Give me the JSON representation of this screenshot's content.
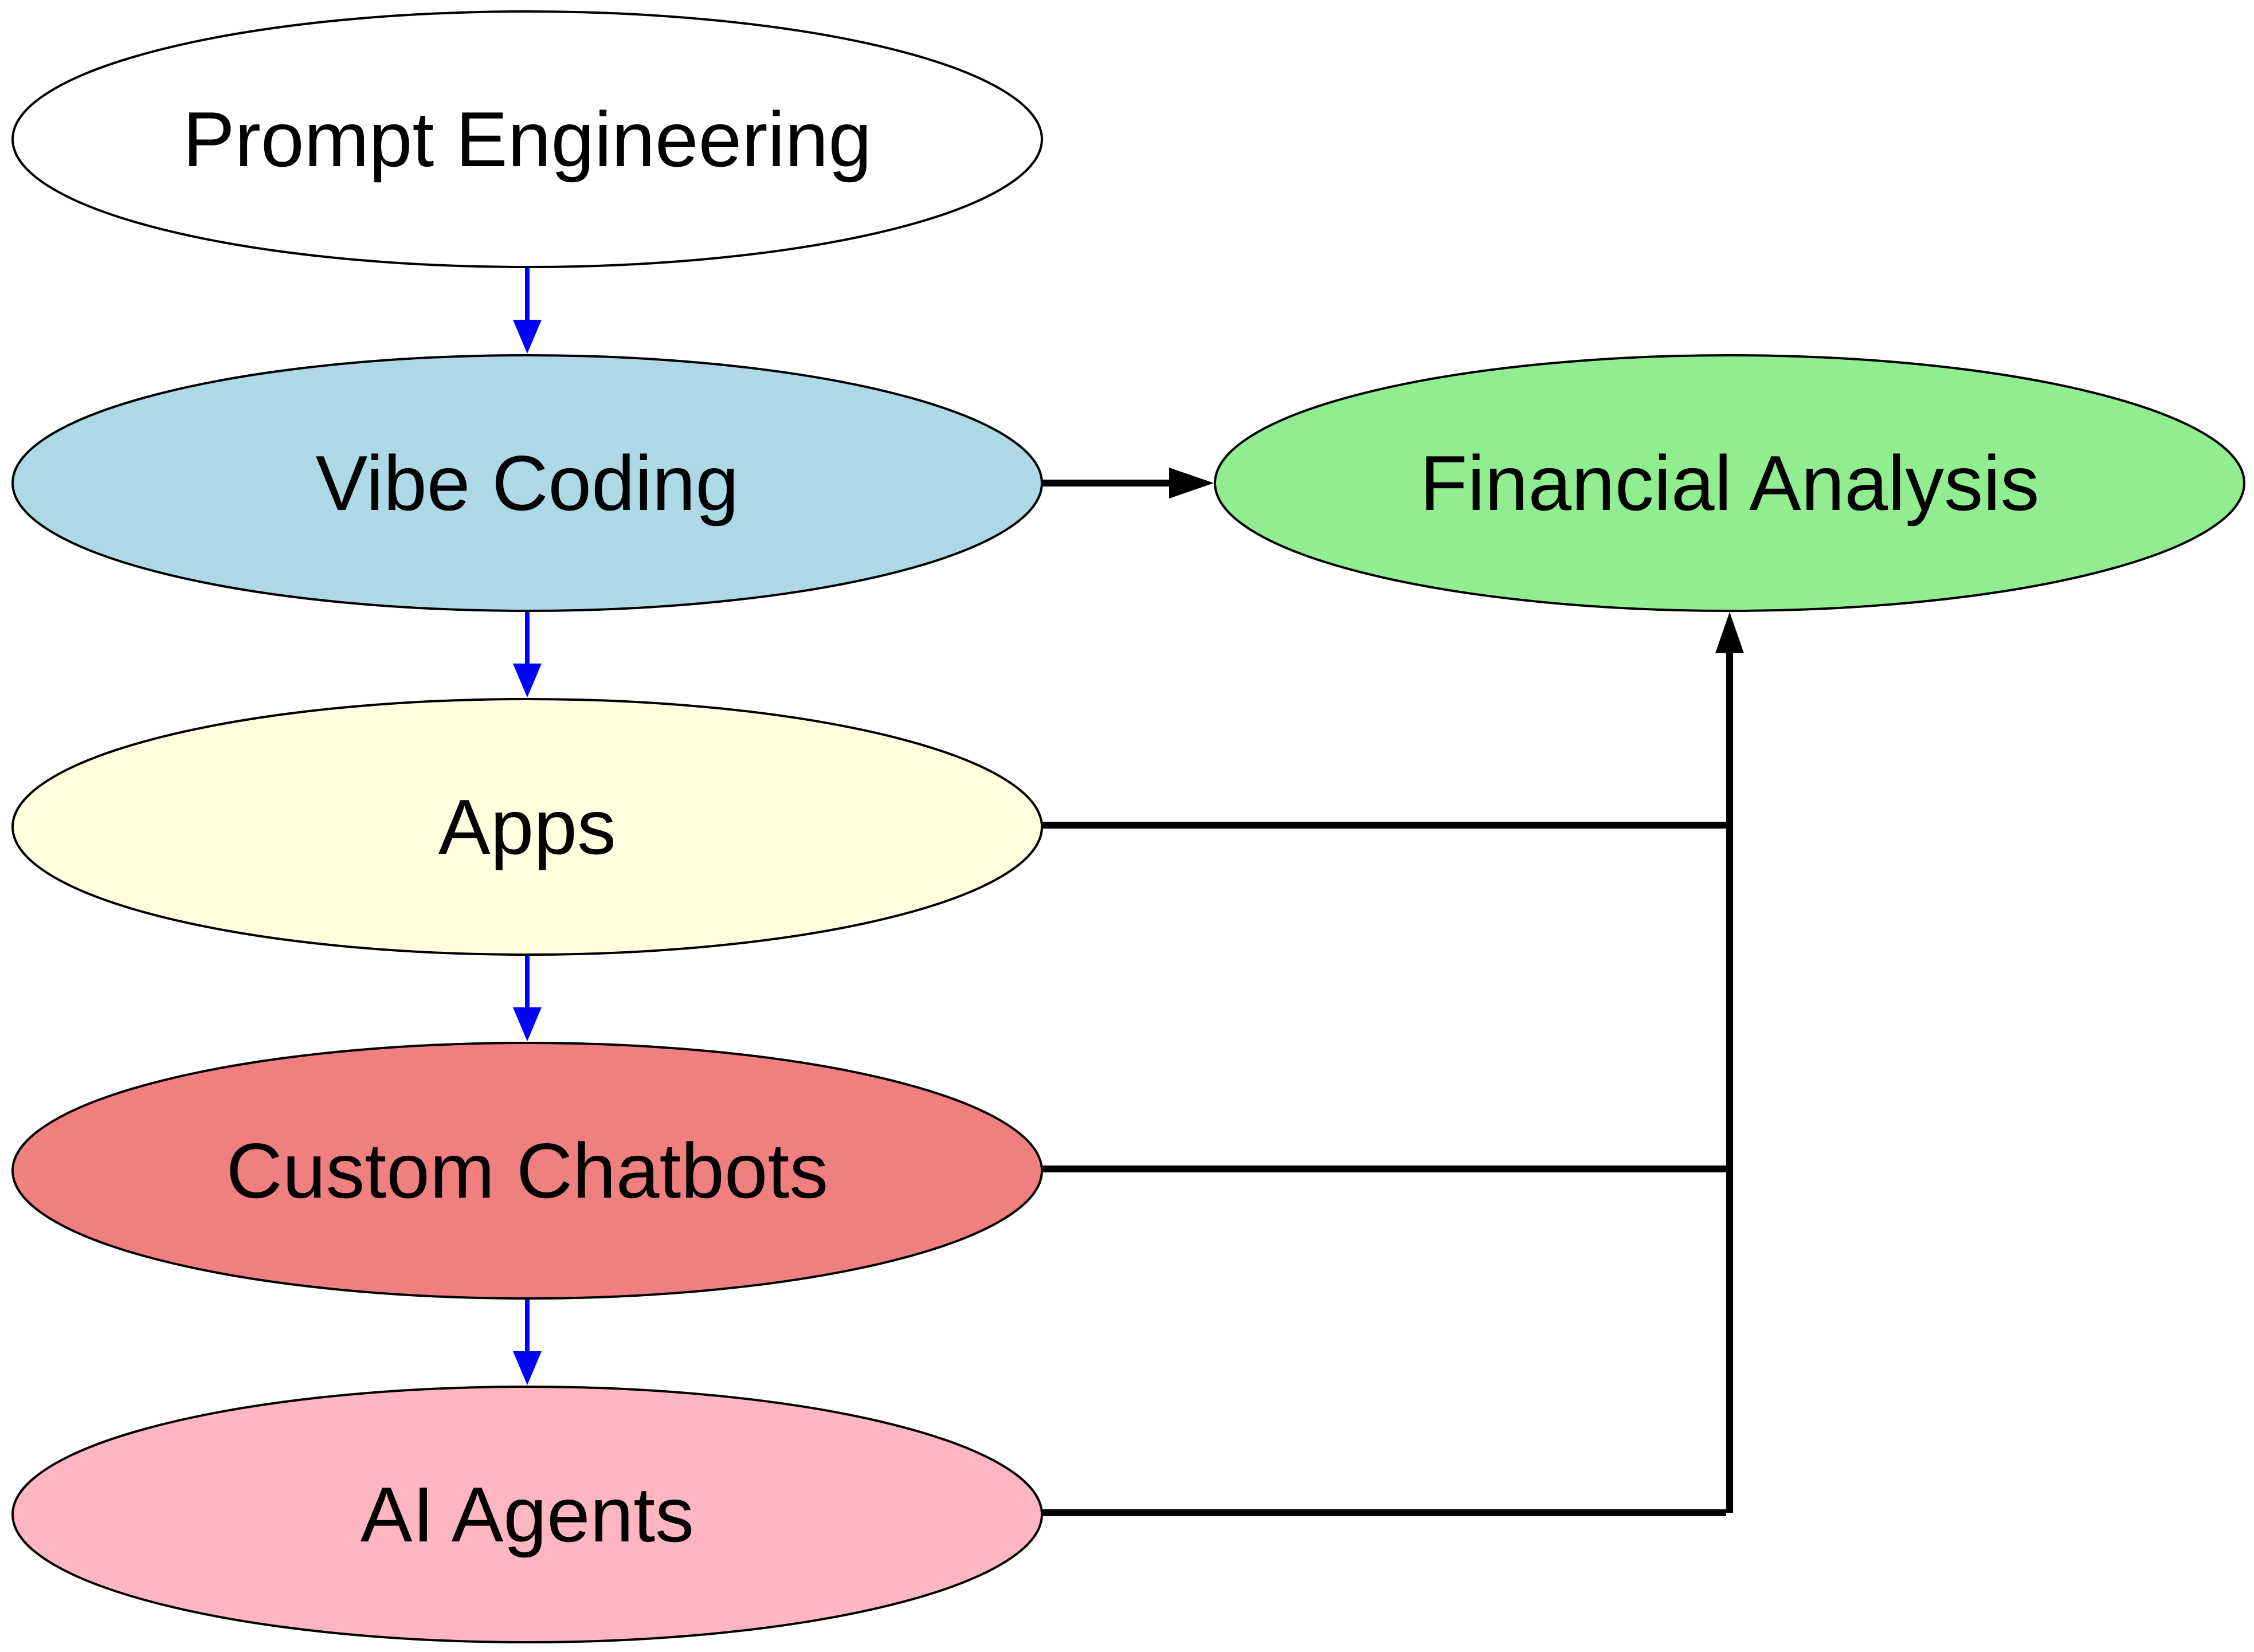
{
  "nodes": {
    "prompt_engineering": {
      "label": "Prompt Engineering",
      "fill": "#ffffff"
    },
    "vibe_coding": {
      "label": "Vibe Coding",
      "fill": "#add8e6"
    },
    "apps": {
      "label": "Apps",
      "fill": "#ffffe0"
    },
    "custom_chatbots": {
      "label": "Custom Chatbots",
      "fill": "#f08080"
    },
    "ai_agents": {
      "label": "AI Agents",
      "fill": "#ffb6c1"
    },
    "financial_analysis": {
      "label": "Financial Analysis",
      "fill": "#90ee90"
    }
  },
  "edges": [
    {
      "from": "prompt_engineering",
      "to": "vibe_coding",
      "color": "#0000ff"
    },
    {
      "from": "vibe_coding",
      "to": "apps",
      "color": "#0000ff"
    },
    {
      "from": "apps",
      "to": "custom_chatbots",
      "color": "#0000ff"
    },
    {
      "from": "custom_chatbots",
      "to": "ai_agents",
      "color": "#0000ff"
    },
    {
      "from": "vibe_coding",
      "to": "financial_analysis",
      "color": "#000000"
    },
    {
      "from": "apps",
      "to": "financial_analysis",
      "color": "#000000"
    },
    {
      "from": "custom_chatbots",
      "to": "financial_analysis",
      "color": "#000000"
    },
    {
      "from": "ai_agents",
      "to": "financial_analysis",
      "color": "#000000"
    }
  ]
}
